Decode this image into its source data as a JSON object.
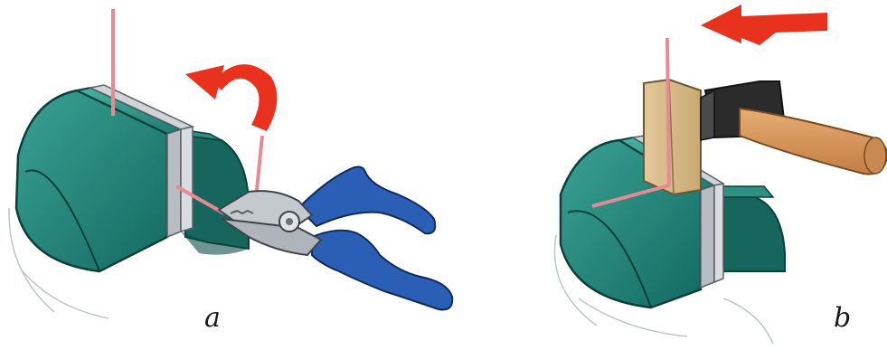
{
  "panels": [
    {
      "id": "a",
      "label": "a"
    },
    {
      "id": "b",
      "label": "b"
    }
  ],
  "colors": {
    "vise_jaw": "#1f7a70",
    "vise_jaw_dark": "#0f4f49",
    "vise_jaw_light": "#3fa596",
    "jaw_insert": "#c9ced3",
    "wire": "#e88a93",
    "arrow": "#e8321e",
    "pliers_handle": "#2a5fb5",
    "pliers_metal": "#b9bec4",
    "wood_block": "#d6bb8a",
    "hammer_head": "#2b2b2b",
    "hammer_handle": "#d99a5e"
  },
  "icons": [
    "curved-arrow-icon",
    "left-arrow-icon"
  ]
}
